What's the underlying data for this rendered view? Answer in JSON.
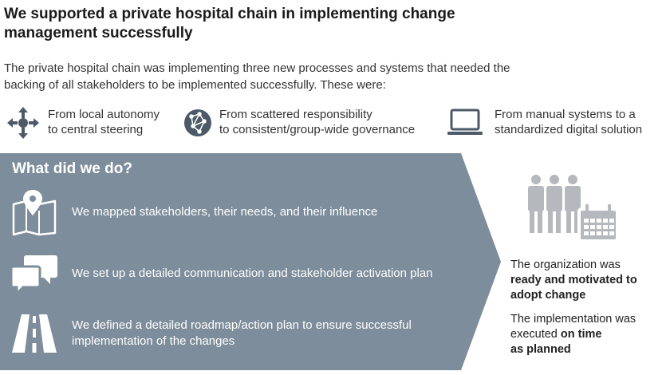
{
  "title": {
    "line1": "We supported a private hospital chain in implementing change",
    "line2": "management successfully"
  },
  "intro": {
    "line1": "The private hospital chain was implementing three new processes and systems that needed the",
    "line2": "backing of all stakeholders to be implemented successfully. These were:"
  },
  "shifts": [
    {
      "icon": "arrows-cross-icon",
      "line1": "From local autonomy",
      "line2": "to central steering"
    },
    {
      "icon": "network-globe-icon",
      "line1": "From scattered responsibility",
      "line2": "to consistent/group-wide governance"
    },
    {
      "icon": "laptop-icon",
      "line1": "From manual systems to a",
      "line2": "standardized digital solution"
    }
  ],
  "what_we_did": {
    "heading": "What did we do?",
    "steps": [
      {
        "icon": "map-pin-icon",
        "line1": "We mapped stakeholders, their needs, and their influence",
        "line2": ""
      },
      {
        "icon": "speech-bubbles-icon",
        "line1": "We set up a detailed communication and stakeholder activation plan",
        "line2": ""
      },
      {
        "icon": "road-icon",
        "line1": "We defined a detailed roadmap/action plan to ensure successful",
        "line2": "implementation of the changes"
      }
    ]
  },
  "outcomes": {
    "icon": "people-calendar-icon",
    "first": {
      "line1": "The organization was",
      "line2": "ready and motivated to",
      "line3": "adopt change"
    },
    "second": {
      "line1": "The implementation was",
      "line2_plain": "executed ",
      "line2_bold": "on time",
      "line3": "as planned"
    }
  },
  "colors": {
    "arrow_fill": "#7d8d9b",
    "icon_dark": "#4c5a68",
    "icon_light": "#b5b9bd",
    "text": "#222222"
  }
}
